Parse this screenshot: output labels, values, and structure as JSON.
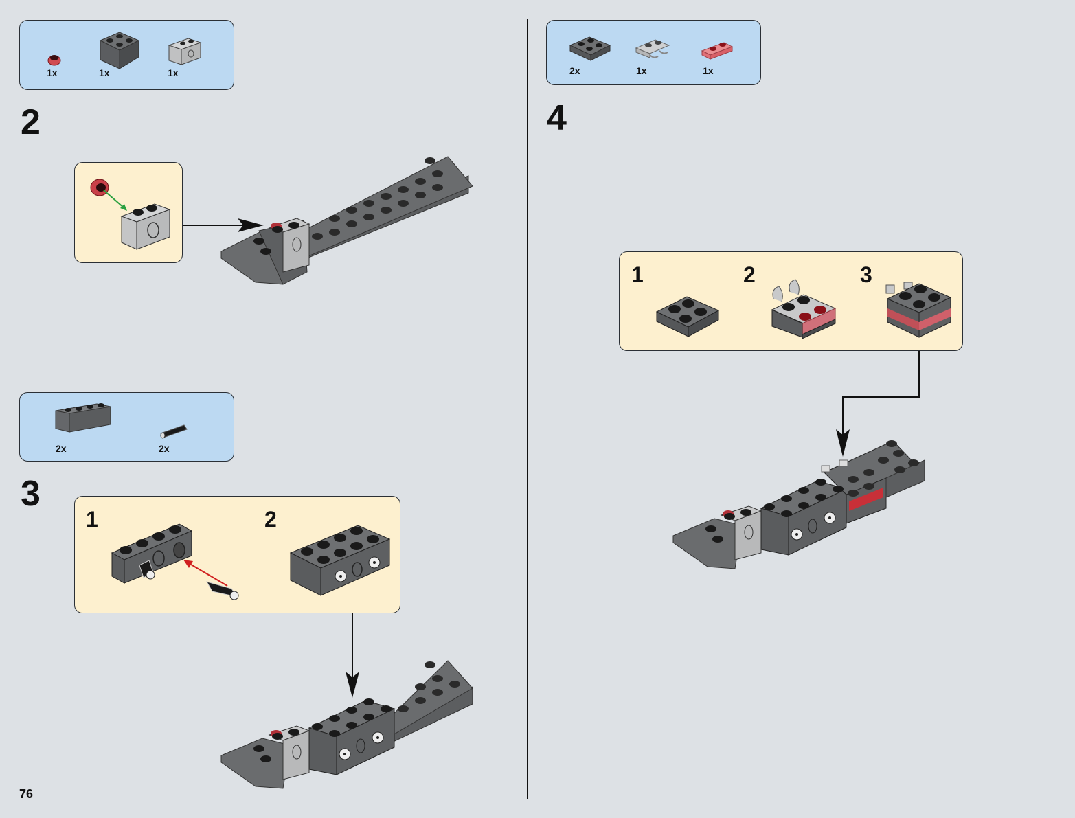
{
  "page": {
    "number": "76"
  },
  "steps": [
    {
      "number": "2",
      "parts": [
        {
          "qty": "1x",
          "part": "round-plate-1x1-trans-red-icon"
        },
        {
          "qty": "1x",
          "part": "slope-brick-2x2-dark-gray-icon"
        },
        {
          "qty": "1x",
          "part": "technic-brick-1x2-light-gray-icon"
        }
      ]
    },
    {
      "number": "3",
      "parts": [
        {
          "qty": "2x",
          "part": "technic-brick-1x4-dark-gray-icon"
        },
        {
          "qty": "2x",
          "part": "technic-pin-black-icon"
        }
      ],
      "substeps": [
        "1",
        "2"
      ]
    },
    {
      "number": "4",
      "parts": [
        {
          "qty": "2x",
          "part": "plate-2x2-dark-gray-icon"
        },
        {
          "qty": "1x",
          "part": "plate-clip-light-gray-icon"
        },
        {
          "qty": "1x",
          "part": "plate-1x2-trans-red-icon"
        }
      ],
      "substeps": [
        "1",
        "2",
        "3"
      ]
    }
  ],
  "colors": {
    "page_bg": "#dde1e5",
    "parts_box": "#bcd9f2",
    "subassembly_box": "#fdf0cf",
    "dark_gray": "#5b5d60",
    "light_gray": "#c8c9ca",
    "trans_red": "#c0303a",
    "arrow_green": "#2aa040",
    "arrow_red": "#d02020"
  }
}
